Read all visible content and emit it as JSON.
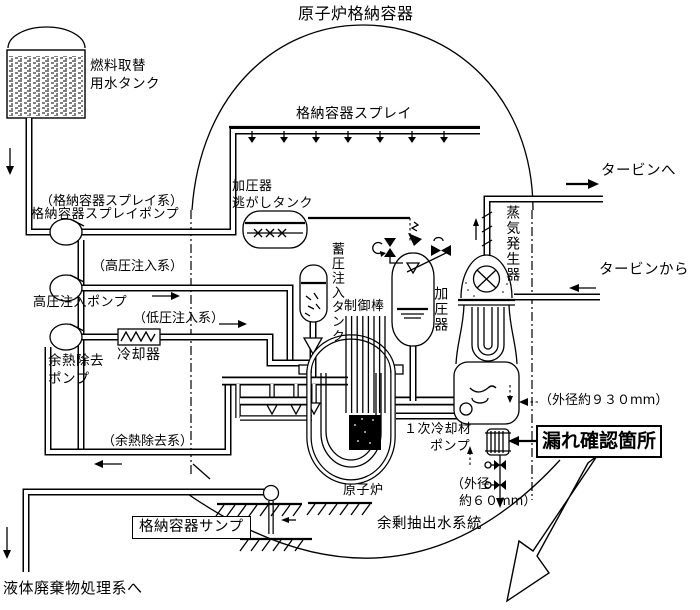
{
  "diagram": {
    "title": "原子炉格納容器",
    "colors": {
      "line": "#000000",
      "background": "#ffffff"
    },
    "labels": {
      "fuel_tank_line1": "燃料取替",
      "fuel_tank_line2": "用水タンク",
      "containment_spray": "格納容器スプレイ",
      "spray_system": "（格納容器スプレイ系）",
      "spray_pump": "格納容器スプレイポンプ",
      "relief_tank_line1": "加圧器",
      "relief_tank_line2": "逃がしタンク",
      "hpi_system": "（高圧注入系）",
      "hpi_pump": "高圧注入ポンプ",
      "lpi_system": "（低圧注入系）",
      "cooler": "冷却器",
      "rhr_pump_line1": "余熱除去",
      "rhr_pump_line2": "ポンプ",
      "accumulator": "蓄圧注入タンク",
      "control_rods": "制御棒",
      "pressurizer": "加圧器",
      "steam_generator": "蒸気発生器",
      "to_turbine": "タービンへ",
      "from_turbine": "タービンから",
      "outer_dia_930": "（外径約９３０mm）",
      "leak_check": "漏れ確認箇所",
      "primary_pump_line1": "１次冷却材",
      "primary_pump_line2": "ポンプ",
      "reactor": "原子炉",
      "outer_dia_60_line1": "（外径",
      "outer_dia_60_line2": "約６０mm）",
      "letdown_system": "余剰抽出水系統",
      "rhr_system": "（余熱除去系）",
      "sump": "格納容器サンプ",
      "to_liquid_waste": "液体廃棄物処理系へ"
    }
  }
}
